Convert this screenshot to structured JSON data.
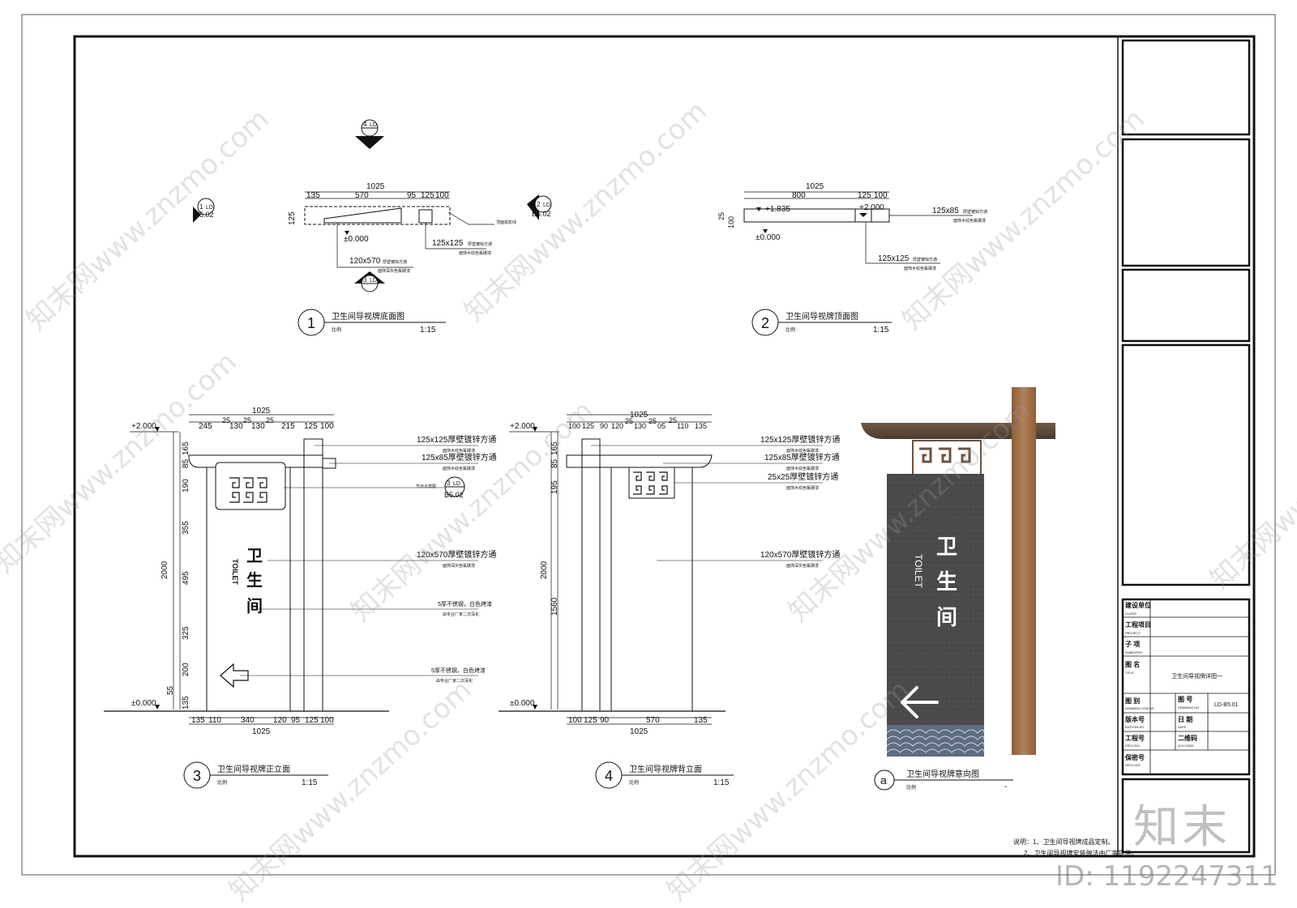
{
  "sheet": {
    "title_block": {
      "client": "建设单位",
      "client_en": "CLIENT",
      "project": "工程项目",
      "project_en": "PROJECT",
      "subitem": "子 项",
      "subitem_en": "SUBENTRY",
      "title": "图 名",
      "title_en": "TITLE",
      "title_value": "卫生间导视牌详图一",
      "status": "图 别",
      "status_en": "DRAWING STATUS",
      "drawing_no": "图 号",
      "drawing_no_en": "DRAWING NO.",
      "drawing_no_value": "LD-B5.01",
      "version": "版本号",
      "version_en": "EDITION NO.",
      "date": "日 期",
      "date_en": "DATE",
      "job_no": "工程号",
      "job_no_en": "PROJ.NO.",
      "qr": "二维码",
      "qr_en": "Q.R.CODE",
      "security": "保密号",
      "security_en": "SECU.NO."
    },
    "notes": [
      "说明：1、卫生间导视牌成品定制。",
      "2、卫生间导视牌安装做法由厂家提供。"
    ],
    "watermark": "知末网www.znzmo.com",
    "brand": "知末",
    "id": "ID: 1192247311"
  },
  "views": {
    "v1": {
      "num": "1",
      "title": "卫生间导视牌底面图",
      "scale_label": "比例",
      "scale": "1:15",
      "dim_total": "1025",
      "dims": [
        "135",
        "570",
        "95",
        "125",
        "100"
      ],
      "dim_side": "125",
      "level": "±0.000",
      "note_a": "120x570",
      "note_a2": "厚壁镀锌方通",
      "note_a3": "面饰深灰色氟碳漆",
      "note_b": "125x125",
      "note_b2": "厚壁镀锌方通",
      "note_b3": "面饰木纹色氟碳漆",
      "note_c": "顶面投影线",
      "sym_1": "1",
      "sym_1b": "LD",
      "sym_1c": "B5.02",
      "sym_2": "2",
      "sym_2b": "LD",
      "sym_2c": "B5.02",
      "sym_3": "3",
      "sym_3b": "LD",
      "sym_4": "4",
      "sym_4b": "LD"
    },
    "v2": {
      "num": "2",
      "title": "卫生间导视牌顶面图",
      "scale_label": "比例",
      "scale": "1:15",
      "dim_total": "1025",
      "dims": [
        "800",
        "125",
        "100"
      ],
      "dim_side": [
        "25",
        "100"
      ],
      "level_a": "+1.835",
      "level_b": "+2.000",
      "level_c": "±0.000",
      "note_a": "125x85",
      "note_a2": "厚壁镀锌方通",
      "note_a3": "面饰木纹色氟碳漆",
      "note_b": "125x125",
      "note_b2": "厚壁镀锌方通",
      "note_b3": "面饰木纹色氟碳漆"
    },
    "v3": {
      "num": "3",
      "title": "卫生间导视牌正立面",
      "scale_label": "比例",
      "scale": "1:15",
      "dim_total": "1025",
      "dims_top": [
        "245",
        "25",
        "130",
        "25",
        "130",
        "25",
        "215",
        "125",
        "100"
      ],
      "dims_bottom": [
        "135",
        "110",
        "340",
        "120",
        "95",
        "125",
        "100"
      ],
      "dims_left": [
        "165",
        "85",
        "190",
        "355",
        "495",
        "325",
        "200",
        "55",
        "135"
      ],
      "dim_height": "2000",
      "level_top": "+2.000",
      "level_bottom": "±0.000",
      "sign_cn": [
        "卫",
        "生",
        "间"
      ],
      "sign_en": "TOILET",
      "notes": [
        [
          "125x125厚壁镀锌方通",
          "面饰木纹色氟碳漆"
        ],
        [
          "125x85厚壁镀锌方通",
          "面饰木纹色氟碳漆"
        ],
        [
          "节点大样图"
        ],
        [
          "120x570厚壁镀锌方通",
          "面饰深灰色氟碳漆"
        ],
        [
          "5厚不锈钢，白色烤漆",
          "由专业厂家二次深化"
        ],
        [
          "5厚不锈钢，白色烤漆",
          "由专业厂家二次深化"
        ]
      ],
      "sym": "3",
      "sym_b": "LD",
      "sym_c": "B5.02"
    },
    "v4": {
      "num": "4",
      "title": "卫生间导视牌背立面",
      "scale_label": "比例",
      "scale": "1:15",
      "dim_total": "1025",
      "dims_top": [
        "100",
        "125",
        "90",
        "120",
        "25",
        "130",
        "25",
        "05",
        "25",
        "110",
        "135"
      ],
      "dims_bottom": [
        "100",
        "125",
        "90",
        "570",
        "135"
      ],
      "dims_left": [
        "165",
        "85",
        "195",
        "1560"
      ],
      "dim_height": "2000",
      "level_top": "+2.000",
      "level_bottom": "±0.000",
      "notes": [
        [
          "125x125厚壁镀锌方通",
          "面饰木纹色氟碳漆"
        ],
        [
          "125x85厚壁镀锌方通",
          "面饰木纹色氟碳漆"
        ],
        [
          "25x25厚壁镀锌方通",
          "面饰木纹色氟碳漆"
        ],
        [
          "120x570厚壁镀锌方通",
          "面饰深灰色氟碳漆"
        ]
      ]
    },
    "va": {
      "num": "a",
      "title": "卫生间导视牌意向图",
      "scale_label": "比例",
      "scale": "-",
      "sign_cn": [
        "卫",
        "生",
        "间"
      ],
      "sign_en": "TOILET"
    }
  },
  "colors": {
    "frame": "#111111",
    "sign_gray": "#4a4a4c",
    "wood": "#a0724a",
    "wood_dark": "#5b4535",
    "wave": "#7e8a9a"
  }
}
